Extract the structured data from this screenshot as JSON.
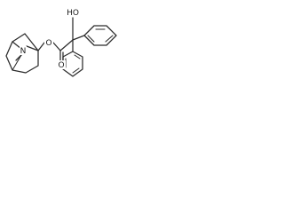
{
  "molecule": {
    "atoms": {
      "ring_nitrogen": "N",
      "ester_oxygen": "O",
      "carbonyl_oxygen": "O",
      "hydroxyl": "HO"
    }
  }
}
